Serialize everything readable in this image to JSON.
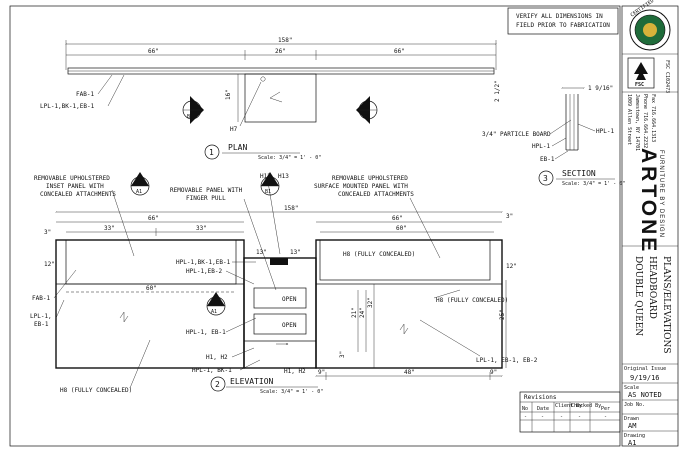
{
  "note": {
    "line1": "VERIFY ALL DIMENSIONS IN",
    "line2": "FIELD PRIOR TO FABRICATION"
  },
  "plan": {
    "overall": "158\"",
    "seg_left": "66\"",
    "seg_mid": "26\"",
    "seg_right": "66\"",
    "depth": "16\"",
    "right_depth": "2 1/2\"",
    "labels": {
      "fab": "FAB-1",
      "lpl": "LPL-1,BK-1,EB-1",
      "h7": "H7"
    },
    "view_number": "1",
    "view_title": "PLAN",
    "scale": "Scale: 3/4\" = 1' - 0\""
  },
  "section": {
    "top_dim": "1 9/16\"",
    "particle": "3/4\" PARTICLE BOARD",
    "hpl_right": "HPL-1",
    "hpl_left": "HPL-1",
    "eb": "EB-1",
    "view_number": "3",
    "view_title": "SECTION",
    "scale": "Scale: 3/4\" = 1' - 0\""
  },
  "callouts": {
    "c1": "B1",
    "c2": "B2",
    "c3": "A1",
    "c4": "B1",
    "c5": "A1"
  },
  "elevation": {
    "note_left": [
      "REMOVABLE UPHOLSTERED",
      "INSET PANEL WITH",
      "CONCEALED ATTACHMENTS"
    ],
    "note_mid": [
      "REMOVABLE PANEL WITH",
      "FINGER PULL"
    ],
    "note_right": [
      "REMOVABLE UPHOLSTERED",
      "SURFACE MOUNTED PANEL WITH",
      "CONCEALED ATTACHMENTS"
    ],
    "h12": "H12, H13",
    "overall": "158\"",
    "left_66": "66\"",
    "left_33a": "33\"",
    "left_33b": "33\"",
    "right_66": "66\"",
    "right_60": "60\"",
    "right_3": "3\"",
    "left_3": "3\"",
    "mid_13a": "13\"",
    "mid_13b": "13\"",
    "left_12": "12\"",
    "right_12": "12\"",
    "mid_60": "60\"",
    "d21": "21\"",
    "d24": "24\"",
    "d32": "32\"",
    "d25": "25\"",
    "d3": "3\"",
    "b9a": "9\"",
    "b48": "48\"",
    "b9b": "9\"",
    "open1": "OPEN",
    "open2": "OPEN",
    "hpl_bk": "HPL-1,BK-1,EB-1",
    "hpl_eb2": "HPL-1,EB-2",
    "h8_top": "H8 (FULLY CONCEALED)",
    "h8_right": "H8 (FULLY CONCEALED)",
    "h8_left": "H8 (FULLY CONCEALED)",
    "fab": "FAB-1",
    "lpl1": "LPL-1,",
    "eb1": "EB-1",
    "hpl_eb1": "HPL-1, EB-1",
    "h1h2": "H1, H2",
    "h1h2b": "H1, H2",
    "hpl_bk1": "HPL-1, BK-1",
    "lpl_eb2": "LPL-1, EB-1, EB-2",
    "view_number": "2",
    "view_title": "ELEVATION",
    "scale": "Scale: 3/4\" = 1' - 0\""
  },
  "revisions": {
    "title": "Revisions",
    "headers": [
      "No",
      "Date",
      "Client By",
      "Checked By",
      "Per"
    ],
    "row": [
      "-",
      "-",
      "-",
      "-",
      "-"
    ]
  },
  "title_block": {
    "address": [
      "1009 Allen Street",
      "Jamestown, NY 14701",
      "Phone 716.664.2232",
      "Fax 716.664.1313"
    ],
    "brand": "ARTONE",
    "tagline": "FURNITURE BY DESIGN",
    "project": [
      "DOUBLE QUEEN",
      "HEADBOARD",
      "PLANS/ELEVATIONS"
    ],
    "original_issue_label": "Original Issue",
    "original_issue": "9/19/16",
    "scale_label": "Scale",
    "scale": "AS NOTED",
    "job_label": "Job No.",
    "job": "",
    "drawn_label": "Drawn",
    "drawn": "AM",
    "drawing_label": "Drawing",
    "drawing": "A1"
  },
  "logos": {
    "certified": "CERTIFIED",
    "fsc": "FSC"
  }
}
